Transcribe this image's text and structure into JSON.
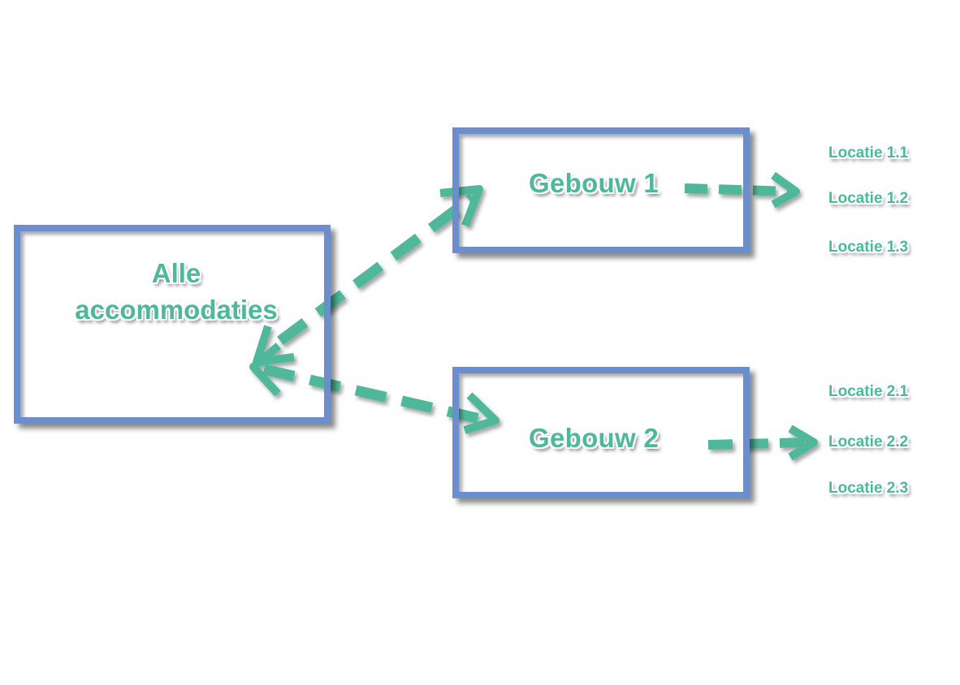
{
  "colors": {
    "box_border": "#6b8fce",
    "arrow": "#4fb89a",
    "text": "#4fb89a"
  },
  "root": {
    "label_line1": "Alle",
    "label_line2": "accommodaties"
  },
  "buildings": [
    {
      "label": "Gebouw 1",
      "locations": [
        "Locatie 1.1",
        "Locatie 1.2",
        "Locatie 1.3"
      ]
    },
    {
      "label": "Gebouw 2",
      "locations": [
        "Locatie 2.1",
        "Locatie 2.2",
        "Locatie 2.3"
      ]
    }
  ]
}
